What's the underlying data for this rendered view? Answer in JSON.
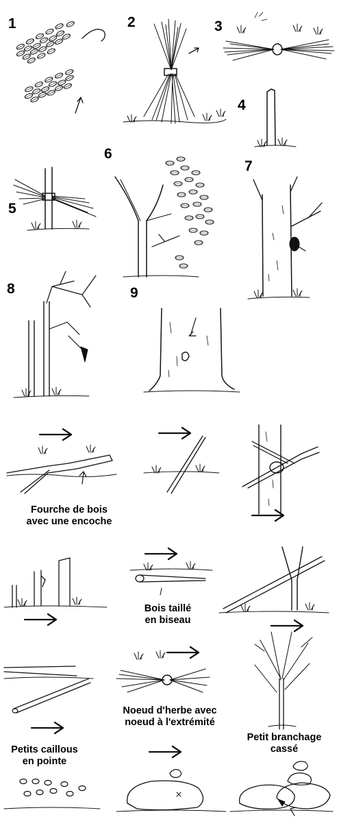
{
  "numbers": [
    "1",
    "2",
    "3",
    "4",
    "5",
    "6",
    "7",
    "8",
    "9"
  ],
  "captions": {
    "fork": [
      "Fourche de bois",
      "avec une encoche"
    ],
    "bevel": [
      "Bois taillé",
      "en biseau"
    ],
    "knot": [
      "Noeud d'herbe avec",
      "noeud à l'extrémité"
    ],
    "branch": [
      "Petit branchage",
      "cassé"
    ],
    "pebbles": [
      "Petits caillous",
      "en pointe"
    ]
  },
  "icons": {
    "arrow": "right-arrow-icon"
  },
  "colors": {
    "ink": "#111111",
    "paper": "#ffffff"
  }
}
